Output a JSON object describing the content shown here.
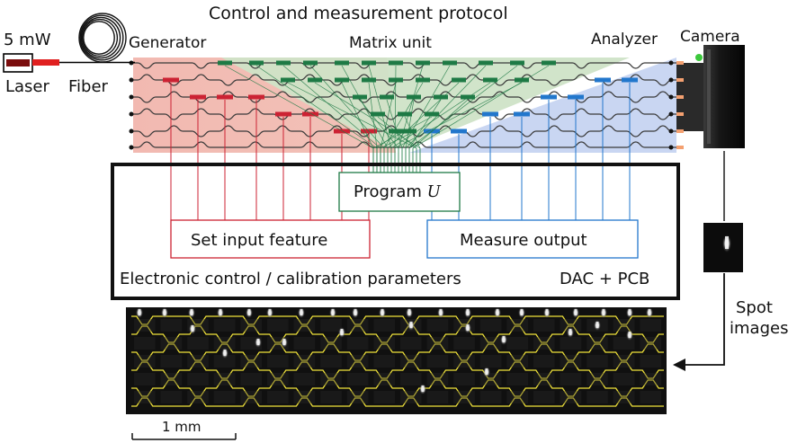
{
  "title": "Control and measurement protocol",
  "laser": {
    "power": "5 mW",
    "label": "Laser"
  },
  "fiber_label": "Fiber",
  "sections": {
    "generator": "Generator",
    "matrix_unit": "Matrix unit",
    "analyzer": "Analyzer"
  },
  "camera_label": "Camera",
  "control_box": {
    "program_prefix": "Program ",
    "program_var": "U",
    "set_input": "Set input feature",
    "measure_output": "Measure output",
    "electronic_label": "Electronic control / calibration parameters",
    "dac_label": "DAC + PCB"
  },
  "spot_images_label": [
    "Spot",
    "images"
  ],
  "scale_bar_label": "1 mm",
  "colors": {
    "generator_red": "#cc2233",
    "matrix_green": "#1e7a45",
    "analyzer_blue": "#2277cc",
    "waveguide_yellow": "#f0e23a",
    "laser_red": "#e02020",
    "camera_led": "#3cc83c"
  },
  "icons": [
    "laser-icon",
    "fiber-coil-icon",
    "camera-icon",
    "spot-image-icon",
    "arrow-icon"
  ]
}
